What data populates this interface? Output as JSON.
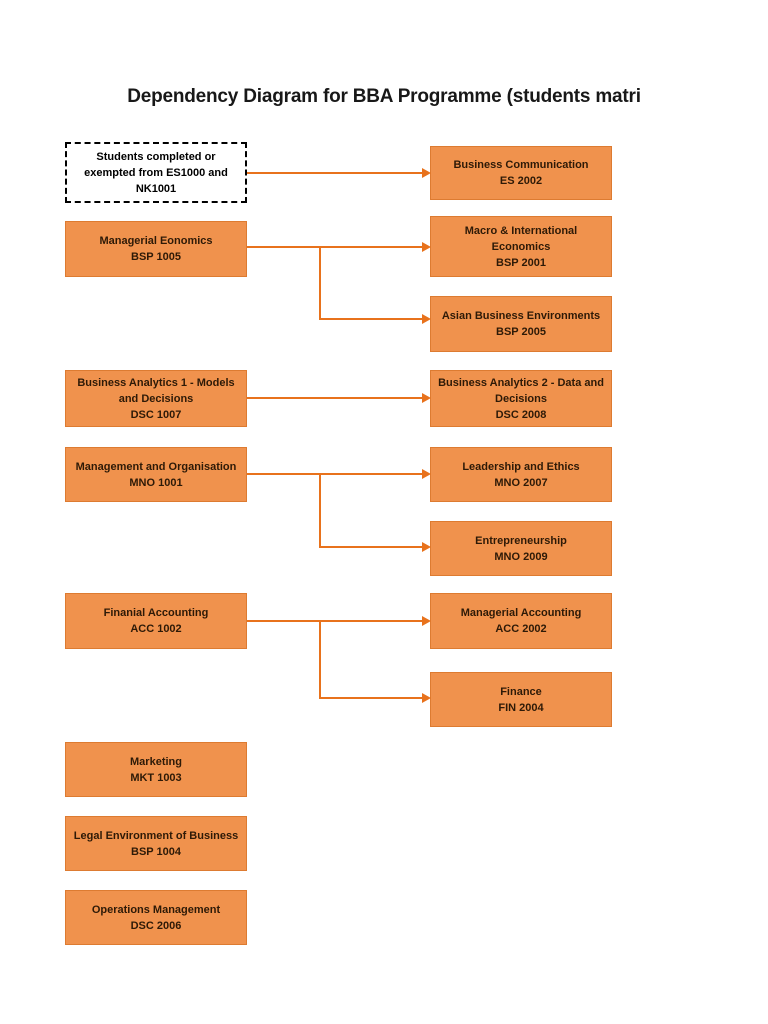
{
  "title": "Dependency Diagram for BBA Programme (students matri",
  "colors": {
    "page_background": "#FFFFFF",
    "node_fill": "#F0924D",
    "node_border": "#DD7B31",
    "node_text": "#2E1A07",
    "arrow": "#E8721C",
    "dashed_node_border": "#000000",
    "title_text": "#181818"
  },
  "nodes": {
    "prereq_note": {
      "label": "Students completed or exempted from ES1000 and NK1001"
    },
    "business_communication": {
      "name": "Business Communication",
      "code": "ES 2002"
    },
    "managerial_economics": {
      "name": "Managerial Eonomics",
      "code": "BSP 1005"
    },
    "macro_international_economics": {
      "name": "Macro & International Economics",
      "code": "BSP 2001"
    },
    "asian_business_environments": {
      "name": "Asian Business Environments",
      "code": "BSP 2005"
    },
    "business_analytics_1": {
      "name": "Business Analytics 1 - Models and Decisions",
      "code": "DSC 1007"
    },
    "business_analytics_2": {
      "name": "Business Analytics 2 - Data and Decisions",
      "code": "DSC 2008"
    },
    "management_organisation": {
      "name": "Management and Organisation",
      "code": "MNO 1001"
    },
    "leadership_ethics": {
      "name": "Leadership and Ethics",
      "code": "MNO 2007"
    },
    "entrepreneurship": {
      "name": "Entrepreneurship",
      "code": "MNO 2009"
    },
    "financial_accounting": {
      "name": "Finanial Accounting",
      "code": "ACC 1002"
    },
    "managerial_accounting": {
      "name": "Managerial Accounting",
      "code": "ACC 2002"
    },
    "finance": {
      "name": "Finance",
      "code": "FIN 2004"
    },
    "marketing": {
      "name": "Marketing",
      "code": "MKT 1003"
    },
    "legal_environment": {
      "name": "Legal Environment of Business",
      "code": "BSP 1004"
    },
    "operations_management": {
      "name": "Operations Management",
      "code": "DSC 2006"
    }
  },
  "edges": [
    {
      "from": "prereq_note",
      "to": "business_communication"
    },
    {
      "from": "managerial_economics",
      "to": "macro_international_economics"
    },
    {
      "from": "managerial_economics",
      "to": "asian_business_environments"
    },
    {
      "from": "business_analytics_1",
      "to": "business_analytics_2"
    },
    {
      "from": "management_organisation",
      "to": "leadership_ethics"
    },
    {
      "from": "management_organisation",
      "to": "entrepreneurship"
    },
    {
      "from": "financial_accounting",
      "to": "managerial_accounting"
    },
    {
      "from": "financial_accounting",
      "to": "finance"
    }
  ]
}
